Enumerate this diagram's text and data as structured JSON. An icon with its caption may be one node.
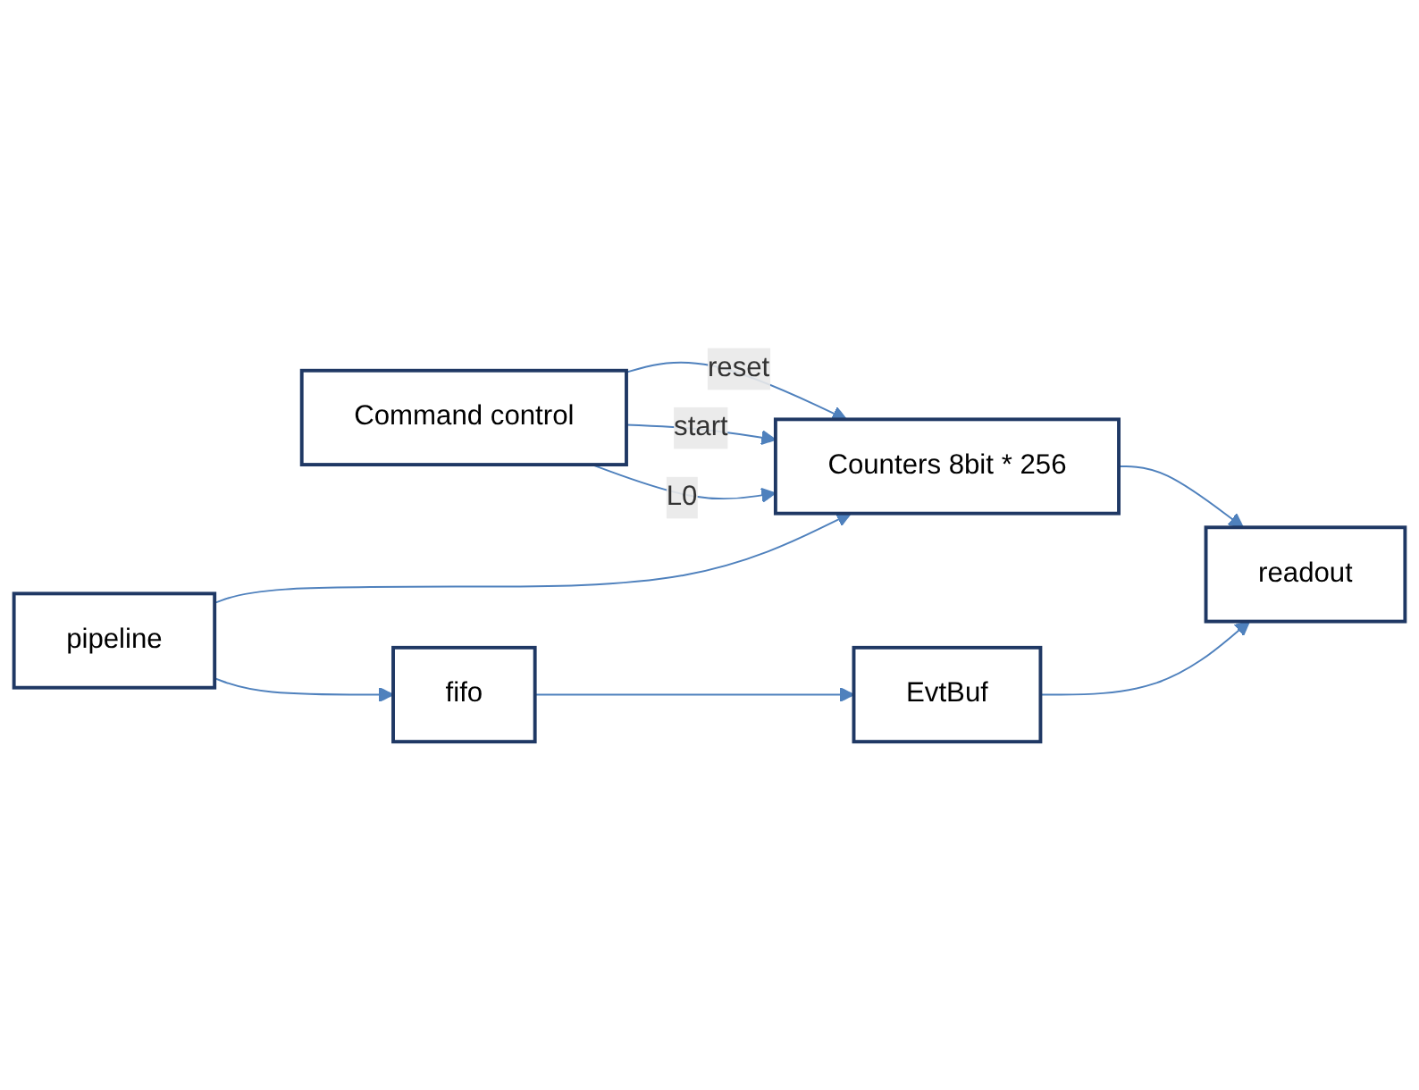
{
  "diagram": {
    "nodes": [
      {
        "text": [
          "Command control"
        ]
      },
      {
        "text": [
          "Counters 8bit * 256"
        ]
      },
      {
        "text": [
          "readout"
        ]
      },
      {
        "text": [
          "pipeline"
        ]
      },
      {
        "text": [
          "fifo"
        ]
      },
      {
        "text": [
          "EvtBuf"
        ]
      }
    ],
    "edges": [
      {
        "from": 0,
        "to": 1,
        "arrow": "to",
        "label": "reset"
      },
      {
        "from": 0,
        "to": 1,
        "arrow": "to",
        "label": "start"
      },
      {
        "from": 0,
        "to": 1,
        "arrow": "to",
        "label": "L0"
      },
      {
        "from": 1,
        "to": 2,
        "arrow": "to"
      },
      {
        "from": 3,
        "to": 1,
        "arrow": "to"
      },
      {
        "from": 3,
        "to": 4,
        "arrow": "to"
      },
      {
        "from": 4,
        "to": 5,
        "arrow": "to"
      },
      {
        "from": 5,
        "to": 2,
        "arrow": "to"
      }
    ]
  }
}
